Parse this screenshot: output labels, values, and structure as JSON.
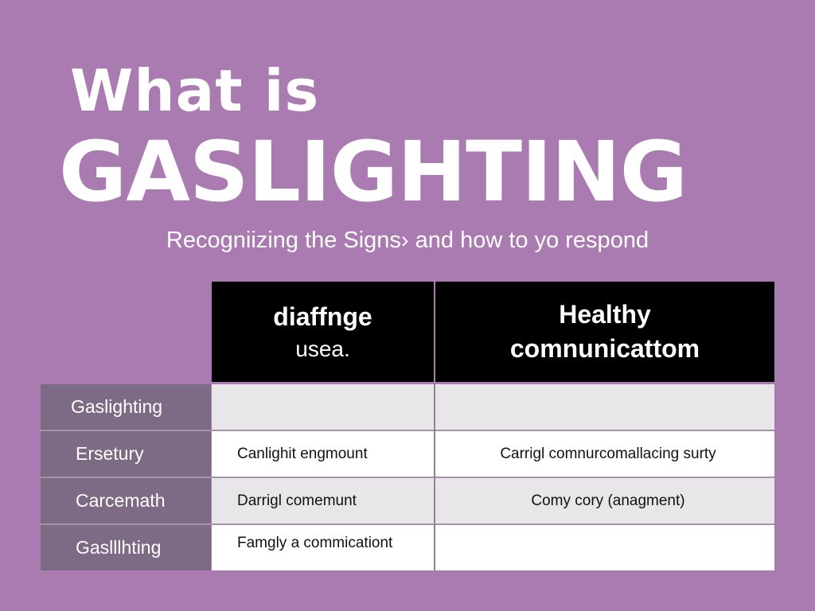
{
  "title": {
    "line1": "What is",
    "line2": "GASLIGHTING"
  },
  "subtitle": "Recogniizing the Signs› and how to yo respond",
  "table": {
    "headers": [
      {
        "main": "diaffnge",
        "sub": "usea."
      },
      {
        "main": "Healthy",
        "sub": "comnunicattom"
      }
    ],
    "rows": [
      {
        "label": "Gaslighting",
        "col1": "",
        "col2": ""
      },
      {
        "label": "Ersetury",
        "col1": "Canlighit engmount",
        "col2": "Carrigl comnurcomallacing surty"
      },
      {
        "label": "Carcemath",
        "col1": "Darrigl comemunt",
        "col2": "Comy cory (anagment)"
      },
      {
        "label": "Gaslllhting",
        "col1": "Famgly a commicationt",
        "col2": ""
      }
    ]
  },
  "colors": {
    "background": "#a97bb0",
    "header": "#000000",
    "row_label": "#7d6a84",
    "text_light": "#ffffff"
  }
}
